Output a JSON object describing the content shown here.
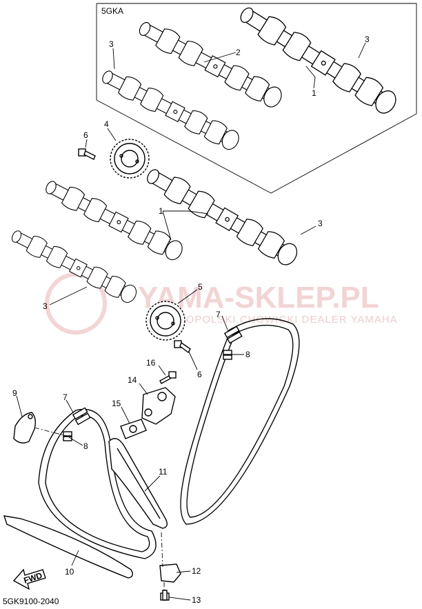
{
  "diagram": {
    "group_label": "5GKA",
    "drawing_code": "5GK9100-2040",
    "fwd_label": "FWD",
    "watermark": {
      "title": "YAMA-SKLEP.PL",
      "subtitle": "WIELKOPOLSKI CHOWICKI DEALER YAMAHA"
    },
    "callouts": [
      "1",
      "1",
      "2",
      "3",
      "3",
      "3",
      "3",
      "4",
      "5",
      "6",
      "6",
      "7",
      "7",
      "8",
      "8",
      "9",
      "10",
      "11",
      "12",
      "13",
      "14",
      "15",
      "16"
    ]
  }
}
